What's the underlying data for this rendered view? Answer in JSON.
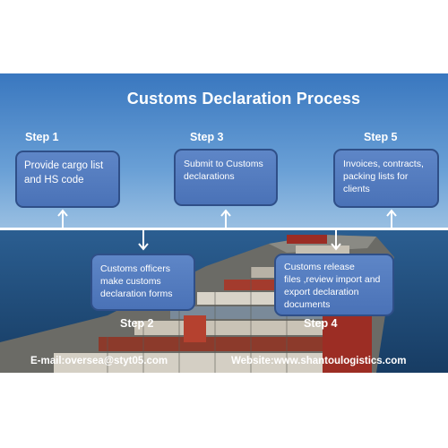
{
  "title": "Customs Declaration Process",
  "steps": [
    {
      "label": "Step 1",
      "text_lines": [
        "Provide cargo list",
        "and HS code"
      ]
    },
    {
      "label": "Step 2",
      "text_lines": [
        "Customs officers",
        "make customs",
        "declaration forms"
      ]
    },
    {
      "label": "Step 3",
      "text_lines": [
        "Submit to  Customs",
        "declarations"
      ]
    },
    {
      "label": "Step 4",
      "text_lines": [
        "Customs release",
        "files ,review import and",
        "export declaration",
        "documents"
      ]
    },
    {
      "label": "Step 5",
      "text_lines": [
        "Invoices, contracts,",
        "packing lists for",
        "clients"
      ]
    }
  ],
  "footer": {
    "email": "E-mail:oversea@styt05.com",
    "website": "Website:www.shantoulogistics.com"
  },
  "colors": {
    "box_fill": "#4f77bb",
    "box_border": "#2f4f88",
    "sky_top": "#3b7ac0",
    "sea": "#1f4c7a"
  }
}
